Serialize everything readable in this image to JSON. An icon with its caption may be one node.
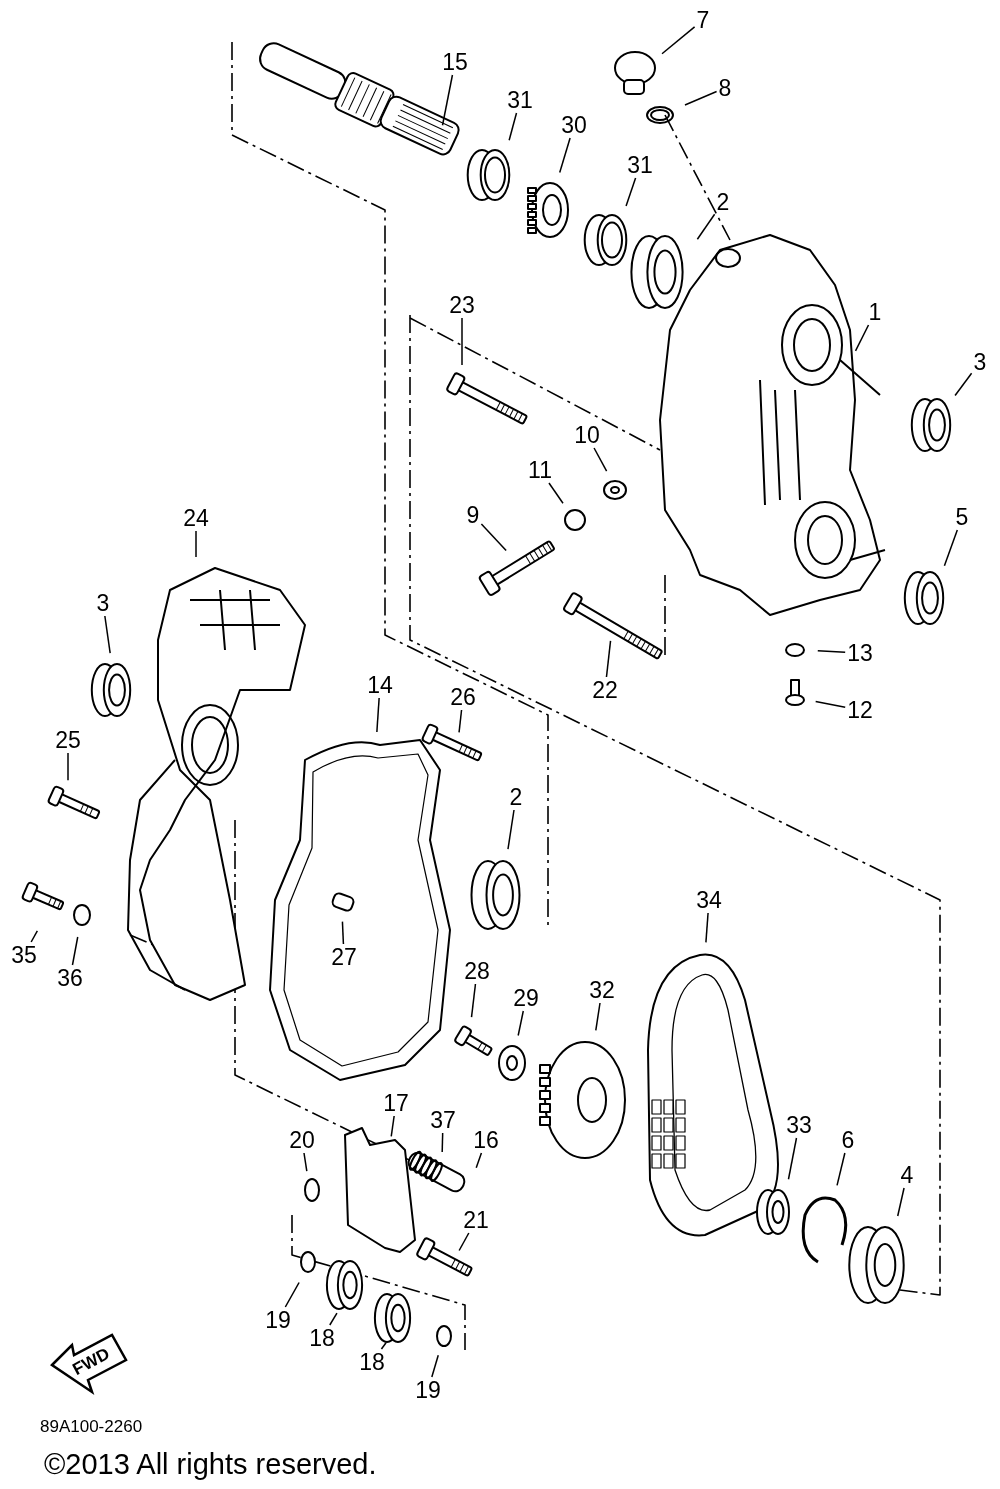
{
  "diagram": {
    "nodes": [
      {
        "text": [
          "15"
        ]
      },
      {
        "text": [
          "31"
        ]
      },
      {
        "text": [
          "30"
        ]
      },
      {
        "text": [
          "7"
        ]
      },
      {
        "text": [
          "8"
        ]
      },
      {
        "text": [
          "31"
        ]
      },
      {
        "text": [
          "2"
        ]
      },
      {
        "text": [
          "1"
        ]
      },
      {
        "text": [
          "3"
        ]
      },
      {
        "text": [
          "23"
        ]
      },
      {
        "text": [
          "10"
        ]
      },
      {
        "text": [
          "11"
        ]
      },
      {
        "text": [
          "9"
        ]
      },
      {
        "text": [
          "5"
        ]
      },
      {
        "text": [
          "22"
        ]
      },
      {
        "text": [
          "13"
        ]
      },
      {
        "text": [
          "12"
        ]
      },
      {
        "text": [
          "24"
        ]
      },
      {
        "text": [
          "3"
        ]
      },
      {
        "text": [
          "14"
        ]
      },
      {
        "text": [
          "26"
        ]
      },
      {
        "text": [
          "25"
        ]
      },
      {
        "text": [
          "2"
        ]
      },
      {
        "text": [
          "35"
        ]
      },
      {
        "text": [
          "36"
        ]
      },
      {
        "text": [
          "27"
        ]
      },
      {
        "text": [
          "28"
        ]
      },
      {
        "text": [
          "29"
        ]
      },
      {
        "text": [
          "32"
        ]
      },
      {
        "text": [
          "34"
        ]
      },
      {
        "text": [
          "17"
        ]
      },
      {
        "text": [
          "37"
        ]
      },
      {
        "text": [
          "16"
        ]
      },
      {
        "text": [
          "20"
        ]
      },
      {
        "text": [
          "33"
        ]
      },
      {
        "text": [
          "6"
        ]
      },
      {
        "text": [
          "4"
        ]
      },
      {
        "text": [
          "21"
        ]
      },
      {
        "text": [
          "19"
        ]
      },
      {
        "text": [
          "18"
        ]
      },
      {
        "text": [
          "18"
        ]
      },
      {
        "text": [
          "19"
        ]
      }
    ],
    "edges": [
      {
        "from": 0,
        "to": null,
        "arrow": "none"
      },
      {
        "from": 1,
        "to": null,
        "arrow": "none"
      },
      {
        "from": 2,
        "to": null,
        "arrow": "none"
      },
      {
        "from": 3,
        "to": null,
        "arrow": "none"
      },
      {
        "from": 4,
        "to": null,
        "arrow": "none"
      },
      {
        "from": 5,
        "to": null,
        "arrow": "none"
      },
      {
        "from": 6,
        "to": null,
        "arrow": "none"
      },
      {
        "from": 7,
        "to": null,
        "arrow": "none"
      },
      {
        "from": 8,
        "to": null,
        "arrow": "none"
      },
      {
        "from": 9,
        "to": null,
        "arrow": "none"
      },
      {
        "from": 10,
        "to": null,
        "arrow": "none"
      },
      {
        "from": 11,
        "to": null,
        "arrow": "none"
      },
      {
        "from": 12,
        "to": null,
        "arrow": "none"
      },
      {
        "from": 13,
        "to": null,
        "arrow": "none"
      },
      {
        "from": 14,
        "to": null,
        "arrow": "none"
      },
      {
        "from": 15,
        "to": null,
        "arrow": "none"
      },
      {
        "from": 16,
        "to": null,
        "arrow": "none"
      },
      {
        "from": 17,
        "to": null,
        "arrow": "none"
      },
      {
        "from": 18,
        "to": null,
        "arrow": "none"
      },
      {
        "from": 19,
        "to": null,
        "arrow": "none"
      },
      {
        "from": 20,
        "to": null,
        "arrow": "none"
      },
      {
        "from": 21,
        "to": null,
        "arrow": "none"
      },
      {
        "from": 22,
        "to": null,
        "arrow": "none"
      },
      {
        "from": 23,
        "to": null,
        "arrow": "none"
      },
      {
        "from": 24,
        "to": null,
        "arrow": "none"
      },
      {
        "from": 25,
        "to": null,
        "arrow": "none"
      },
      {
        "from": 26,
        "to": null,
        "arrow": "none"
      },
      {
        "from": 27,
        "to": null,
        "arrow": "none"
      },
      {
        "from": 28,
        "to": null,
        "arrow": "none"
      },
      {
        "from": 29,
        "to": null,
        "arrow": "none"
      },
      {
        "from": 30,
        "to": null,
        "arrow": "none"
      },
      {
        "from": 31,
        "to": null,
        "arrow": "none"
      },
      {
        "from": 32,
        "to": null,
        "arrow": "none"
      },
      {
        "from": 33,
        "to": null,
        "arrow": "none"
      },
      {
        "from": 34,
        "to": null,
        "arrow": "none"
      },
      {
        "from": 35,
        "to": null,
        "arrow": "none"
      },
      {
        "from": 36,
        "to": null,
        "arrow": "none"
      },
      {
        "from": 37,
        "to": null,
        "arrow": "none"
      },
      {
        "from": 38,
        "to": null,
        "arrow": "none"
      },
      {
        "from": 39,
        "to": null,
        "arrow": "none"
      },
      {
        "from": 40,
        "to": null,
        "arrow": "none"
      },
      {
        "from": 41,
        "to": null,
        "arrow": "none"
      }
    ],
    "labels": [
      "FWD",
      "89A100-2260",
      "©2013 All rights reserved."
    ]
  }
}
